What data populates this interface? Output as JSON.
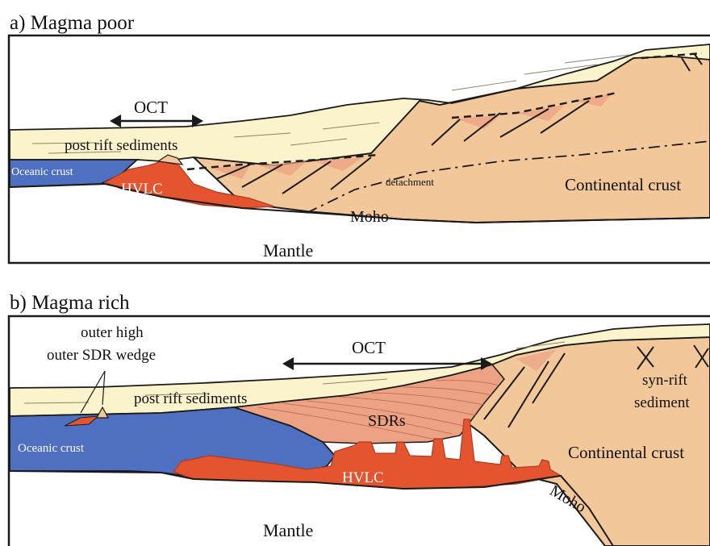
{
  "panel_a": {
    "heading": "a) Magma poor",
    "labels": {
      "oct": "OCT",
      "post_rift": "post rift sediments",
      "oceanic": "Oceanic crust",
      "hvlc": "HVLC",
      "detachment": "detachment",
      "continental": "Continental crust",
      "moho": "Moho",
      "mantle": "Mantle"
    }
  },
  "panel_b": {
    "heading": "b) Magma rich",
    "labels": {
      "outer_high": "outer high",
      "outer_sdr": "outer SDR wedge",
      "oct": "OCT",
      "post_rift": "post rift sediments",
      "sdrs": "SDRs",
      "oceanic": "Oceanic crust",
      "hvlc": "HVLC",
      "synrift_1": "syn-rift",
      "synrift_2": "sediment",
      "continental": "Continental crust",
      "moho": "Moho",
      "mantle": "Mantle"
    }
  },
  "colors": {
    "sediment": "#fbf3cc",
    "continental": "#f2c79a",
    "oceanic": "#4f6fc0",
    "hvlc": "#e4542f",
    "sdr": "#eda283",
    "outline": "#1a1a1a"
  }
}
